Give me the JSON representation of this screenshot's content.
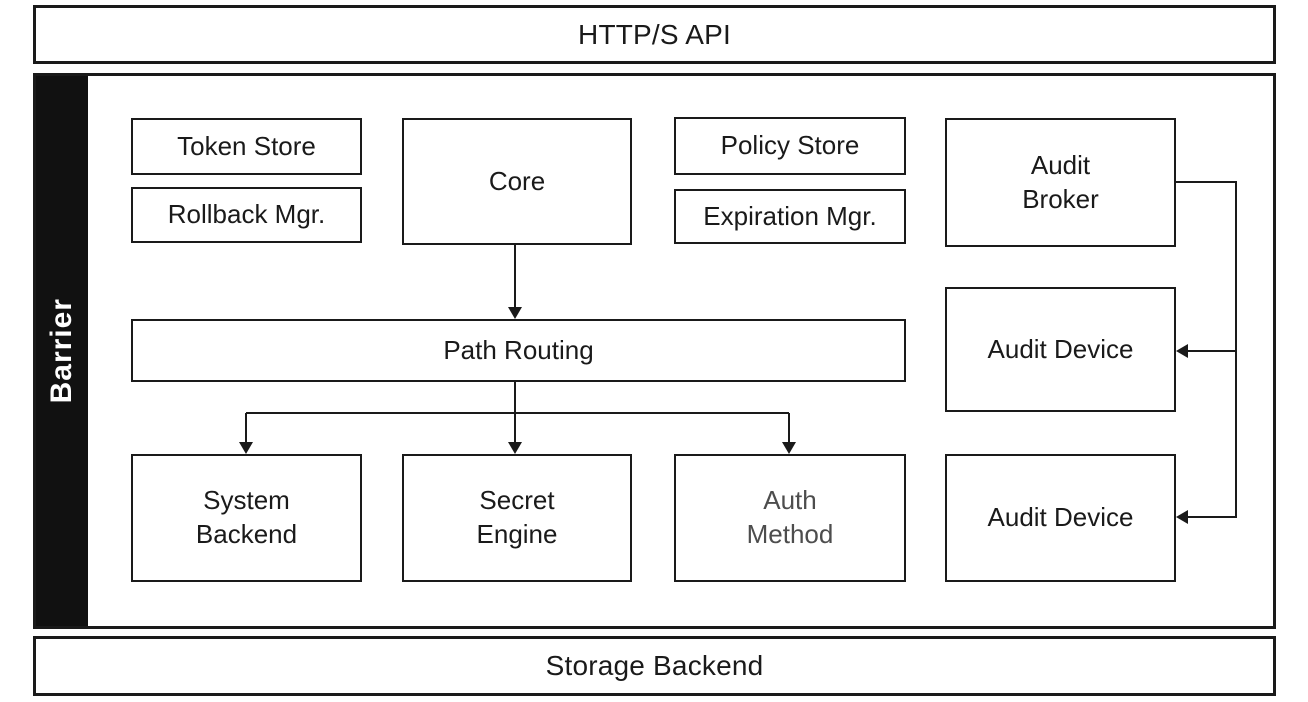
{
  "top_bar": {
    "label": "HTTP/S API"
  },
  "barrier": {
    "label": "Barrier"
  },
  "components": {
    "token_store": {
      "label": "Token Store"
    },
    "rollback_mgr": {
      "label": "Rollback Mgr."
    },
    "core": {
      "label": "Core"
    },
    "policy_store": {
      "label": "Policy Store"
    },
    "expiration_mgr": {
      "label": "Expiration Mgr."
    },
    "audit_broker": {
      "label": "Audit\nBroker"
    },
    "path_routing": {
      "label": "Path Routing"
    },
    "audit_device_top": {
      "label": "Audit Device"
    },
    "system_backend": {
      "label": "System\nBackend"
    },
    "secret_engine": {
      "label": "Secret\nEngine"
    },
    "auth_method": {
      "label": "Auth\nMethod"
    },
    "audit_device_bottom": {
      "label": "Audit Device"
    }
  },
  "bottom_bar": {
    "label": "Storage Backend"
  },
  "edges": [
    {
      "from": "core",
      "to": "path_routing"
    },
    {
      "from": "path_routing",
      "to": "system_backend"
    },
    {
      "from": "path_routing",
      "to": "secret_engine"
    },
    {
      "from": "path_routing",
      "to": "auth_method"
    },
    {
      "from": "audit_broker",
      "to": "audit_device_top"
    },
    {
      "from": "audit_broker",
      "to": "audit_device_bottom"
    }
  ],
  "colors": {
    "line": "#1a1a1a",
    "barrier_background": "#111111",
    "barrier_text": "#ffffff",
    "muted_text": "#4d4d4d",
    "background": "#ffffff"
  }
}
